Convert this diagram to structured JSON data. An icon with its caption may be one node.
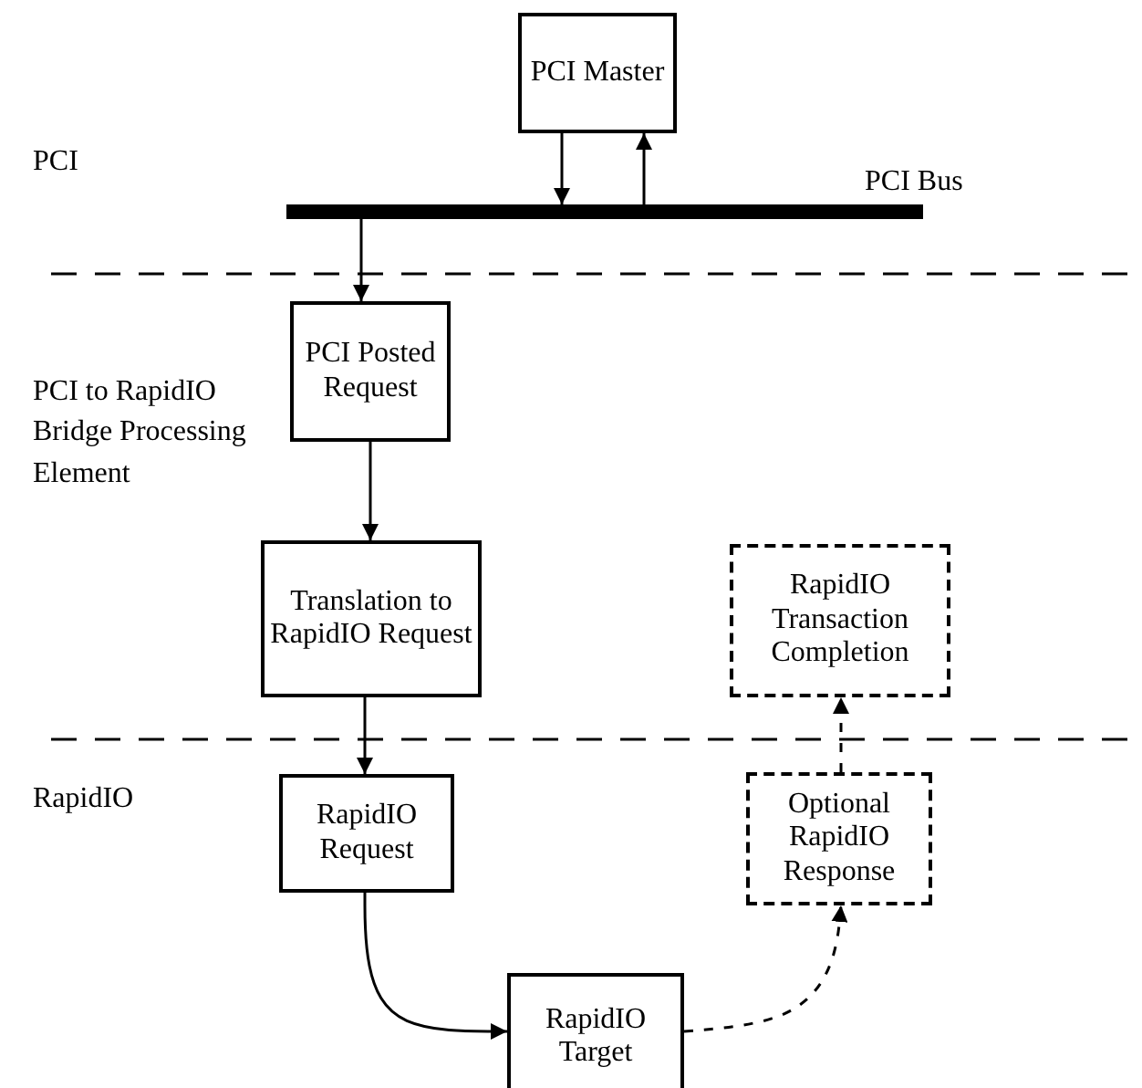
{
  "diagram": {
    "nodes": [
      {
        "text": [
          "PCI Master"
        ]
      },
      {
        "text": [
          "PCI Bus"
        ]
      },
      {
        "text": [
          "PCI Posted Request"
        ]
      },
      {
        "text": [
          "Translation to RapidIO Request"
        ]
      },
      {
        "text": [
          "RapidIO Transaction Completion"
        ]
      },
      {
        "text": [
          "RapidIO Request"
        ]
      },
      {
        "text": [
          "RapidIO Target"
        ]
      },
      {
        "text": [
          "Optional RapidIO Response"
        ]
      }
    ],
    "edges": [
      {
        "from": 0,
        "to": 1,
        "arrow": "to"
      },
      {
        "from": 1,
        "to": 0,
        "arrow": "to"
      },
      {
        "from": 1,
        "to": 2,
        "arrow": "to"
      },
      {
        "from": 2,
        "to": 3,
        "arrow": "to"
      },
      {
        "from": 3,
        "to": 5,
        "arrow": "to"
      },
      {
        "from": 5,
        "to": 6,
        "arrow": "to"
      },
      {
        "from": 6,
        "to": 7,
        "arrow": "to",
        "style": "dashed"
      },
      {
        "from": 7,
        "to": 4,
        "arrow": "to",
        "style": "dashed"
      }
    ],
    "labels": [
      "PCI",
      "PCI to RapidIO Bridge Processing Element",
      "RapidIO"
    ]
  }
}
